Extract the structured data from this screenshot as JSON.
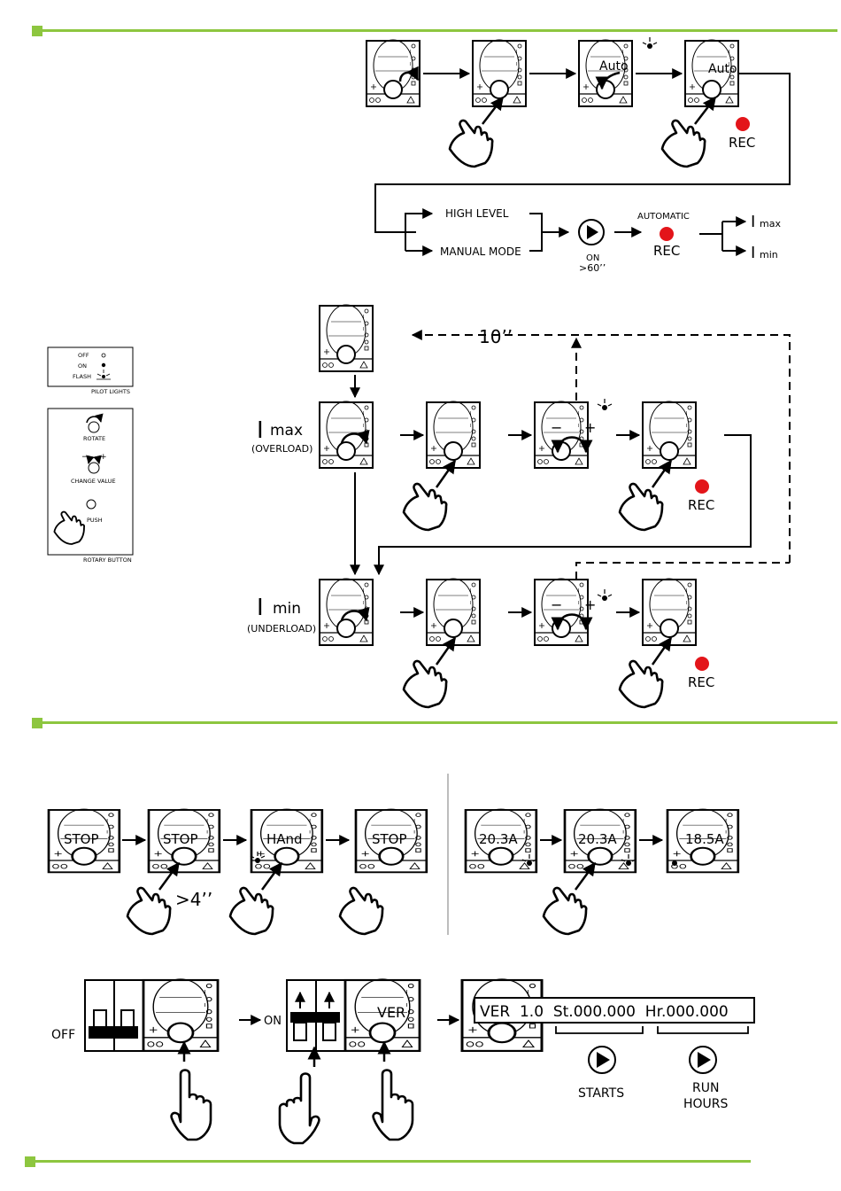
{
  "colors": {
    "accent_green": "#8dc63f",
    "rec_red": "#e3151a",
    "divider_gray": "#bdbdbd"
  },
  "icons": [
    "rotate-icon",
    "change-value-icon",
    "push-hand-icon",
    "play-icon",
    "rec-dot-icon",
    "flash-icon"
  ],
  "auto_flow": {
    "screen_auto": "Auto",
    "rec": "REC",
    "high_level": "HIGH LEVEL",
    "manual_mode": "MANUAL MODE",
    "on": "ON",
    "time_60": ">60’’",
    "automatic": "AUTOMATIC",
    "rec2": "REC",
    "imax_i": "I",
    "imax_sub": "max",
    "imin_i": "I",
    "imin_sub": "min"
  },
  "legend": {
    "off": "OFF",
    "on": "ON",
    "flash": "FLASH",
    "pilot_lights": "PILOT LIGHTS",
    "rotate": "ROTATE",
    "change_value": "CHANGE VALUE",
    "push": "PUSH",
    "rotary_button": "ROTARY BUTTON"
  },
  "calib": {
    "imax_i": "I",
    "imax_word": "max",
    "overload": "(OVERLOAD)",
    "imin_i": "I",
    "imin_word": "min",
    "underload": "(UNDERLOAD)",
    "ten_sec": "10’’",
    "rec_a": "REC",
    "rec_b": "REC",
    "minus": "−",
    "plus": "+"
  },
  "stop_flow": {
    "s1": "STOP",
    "s2": "STOP",
    "s3": "HAnd",
    "s4": "STOP",
    "hold": ">4’’"
  },
  "current_flow": {
    "c1": "20.3A",
    "c2": "20.3A",
    "c3": "18.5A"
  },
  "power_flow": {
    "off": "OFF",
    "on": "ON",
    "ver_screen": "VER",
    "ver_long": "VER  1.0  St.000.000  Hr.000.000",
    "starts": "STARTS",
    "run": "RUN",
    "hours": "HOURS"
  },
  "panel_labels": {
    "imax": "I max",
    "imin": "I min"
  }
}
